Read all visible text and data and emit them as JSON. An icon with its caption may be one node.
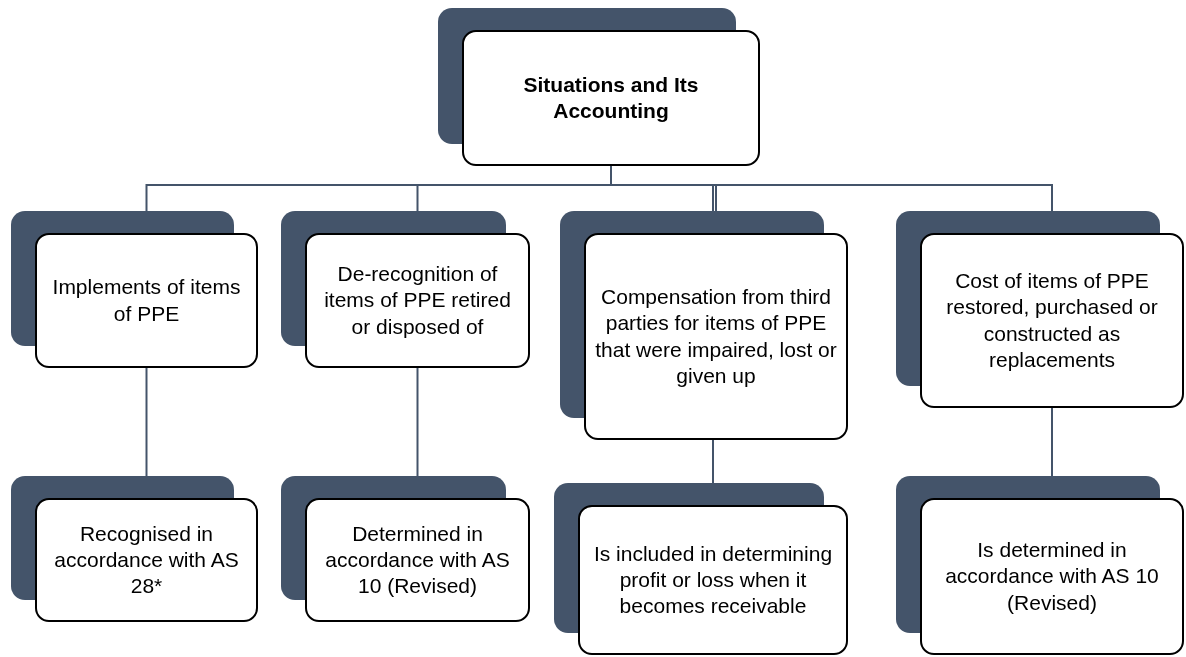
{
  "diagram": {
    "nodes": [
      {
        "text": [
          "Situations and Its Accounting"
        ]
      },
      {
        "text": [
          "Implements of items of PPE"
        ]
      },
      {
        "text": [
          "De-recognition of items of PPE retired or disposed of"
        ]
      },
      {
        "text": [
          "Compensation from third parties for items of PPE that were impaired, lost or given up"
        ]
      },
      {
        "text": [
          "Cost of items of PPE restored, purchased or constructed as replacements"
        ]
      },
      {
        "text": [
          "Recognised in accordance with AS 28*"
        ]
      },
      {
        "text": [
          "Determined in accordance with AS 10 (Revised)"
        ]
      },
      {
        "text": [
          "Is included in determining profit or loss when it becomes receivable"
        ]
      },
      {
        "text": [
          "Is determined in accordance with AS 10 (Revised)"
        ]
      }
    ],
    "edges": [
      {
        "from": 0,
        "to": 1,
        "arrow": "none"
      },
      {
        "from": 0,
        "to": 2,
        "arrow": "none"
      },
      {
        "from": 0,
        "to": 3,
        "arrow": "none"
      },
      {
        "from": 0,
        "to": 4,
        "arrow": "none"
      },
      {
        "from": 1,
        "to": 5,
        "arrow": "none"
      },
      {
        "from": 2,
        "to": 6,
        "arrow": "none"
      },
      {
        "from": 3,
        "to": 7,
        "arrow": "none"
      },
      {
        "from": 4,
        "to": 8,
        "arrow": "none"
      }
    ]
  }
}
